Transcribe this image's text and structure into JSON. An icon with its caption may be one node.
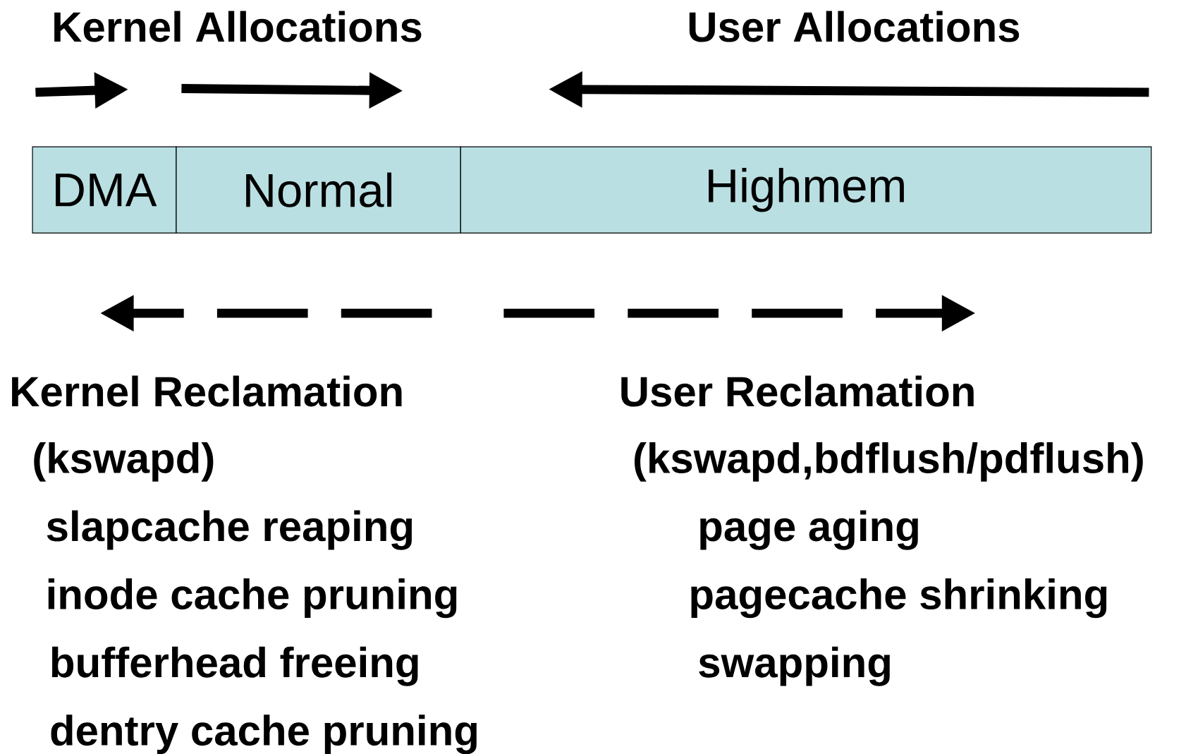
{
  "diagram": {
    "nodes": [
      {
        "text": [
          "DMA"
        ]
      },
      {
        "text": [
          "Normal"
        ]
      },
      {
        "text": [
          "Highmem"
        ]
      }
    ],
    "labels": [
      "Kernel Allocations",
      "User Allocations",
      "Kernel Reclamation",
      "User Reclamation",
      "(kswapd)",
      "(kswapd,bdflush/pdflush)",
      "slapcache reaping",
      "page aging",
      "inode cache pruning",
      "pagecache shrinking",
      "bufferhead freeing",
      "swapping",
      "dentry cache pruning"
    ]
  }
}
